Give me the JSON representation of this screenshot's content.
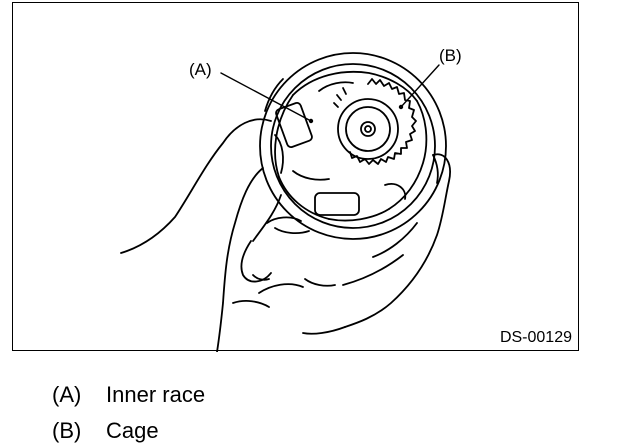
{
  "figure": {
    "id": "DS-00129",
    "callouts": [
      {
        "key": "a",
        "label": "(A)"
      },
      {
        "key": "b",
        "label": "(B)"
      }
    ]
  },
  "legend": [
    {
      "key": "(A)",
      "text": "Inner race"
    },
    {
      "key": "(B)",
      "text": "Cage"
    }
  ]
}
